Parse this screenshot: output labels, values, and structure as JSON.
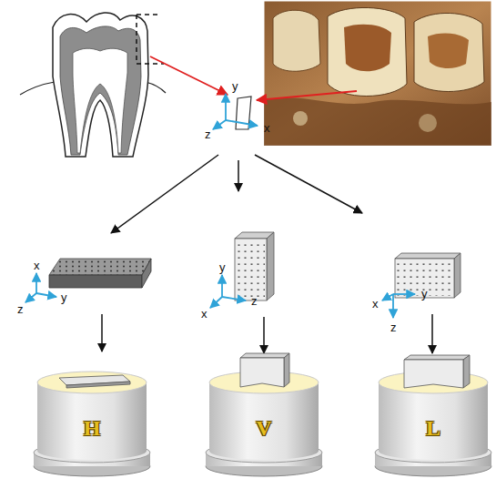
{
  "diagram": {
    "nodes": [
      {
        "text": [
          "H"
        ]
      },
      {
        "text": [
          "V"
        ]
      },
      {
        "text": [
          "L"
        ]
      }
    ],
    "labels": [
      "y",
      "z",
      "x",
      "x",
      "z",
      "y",
      "y",
      "x",
      "z",
      "x",
      "y",
      "z"
    ]
  }
}
